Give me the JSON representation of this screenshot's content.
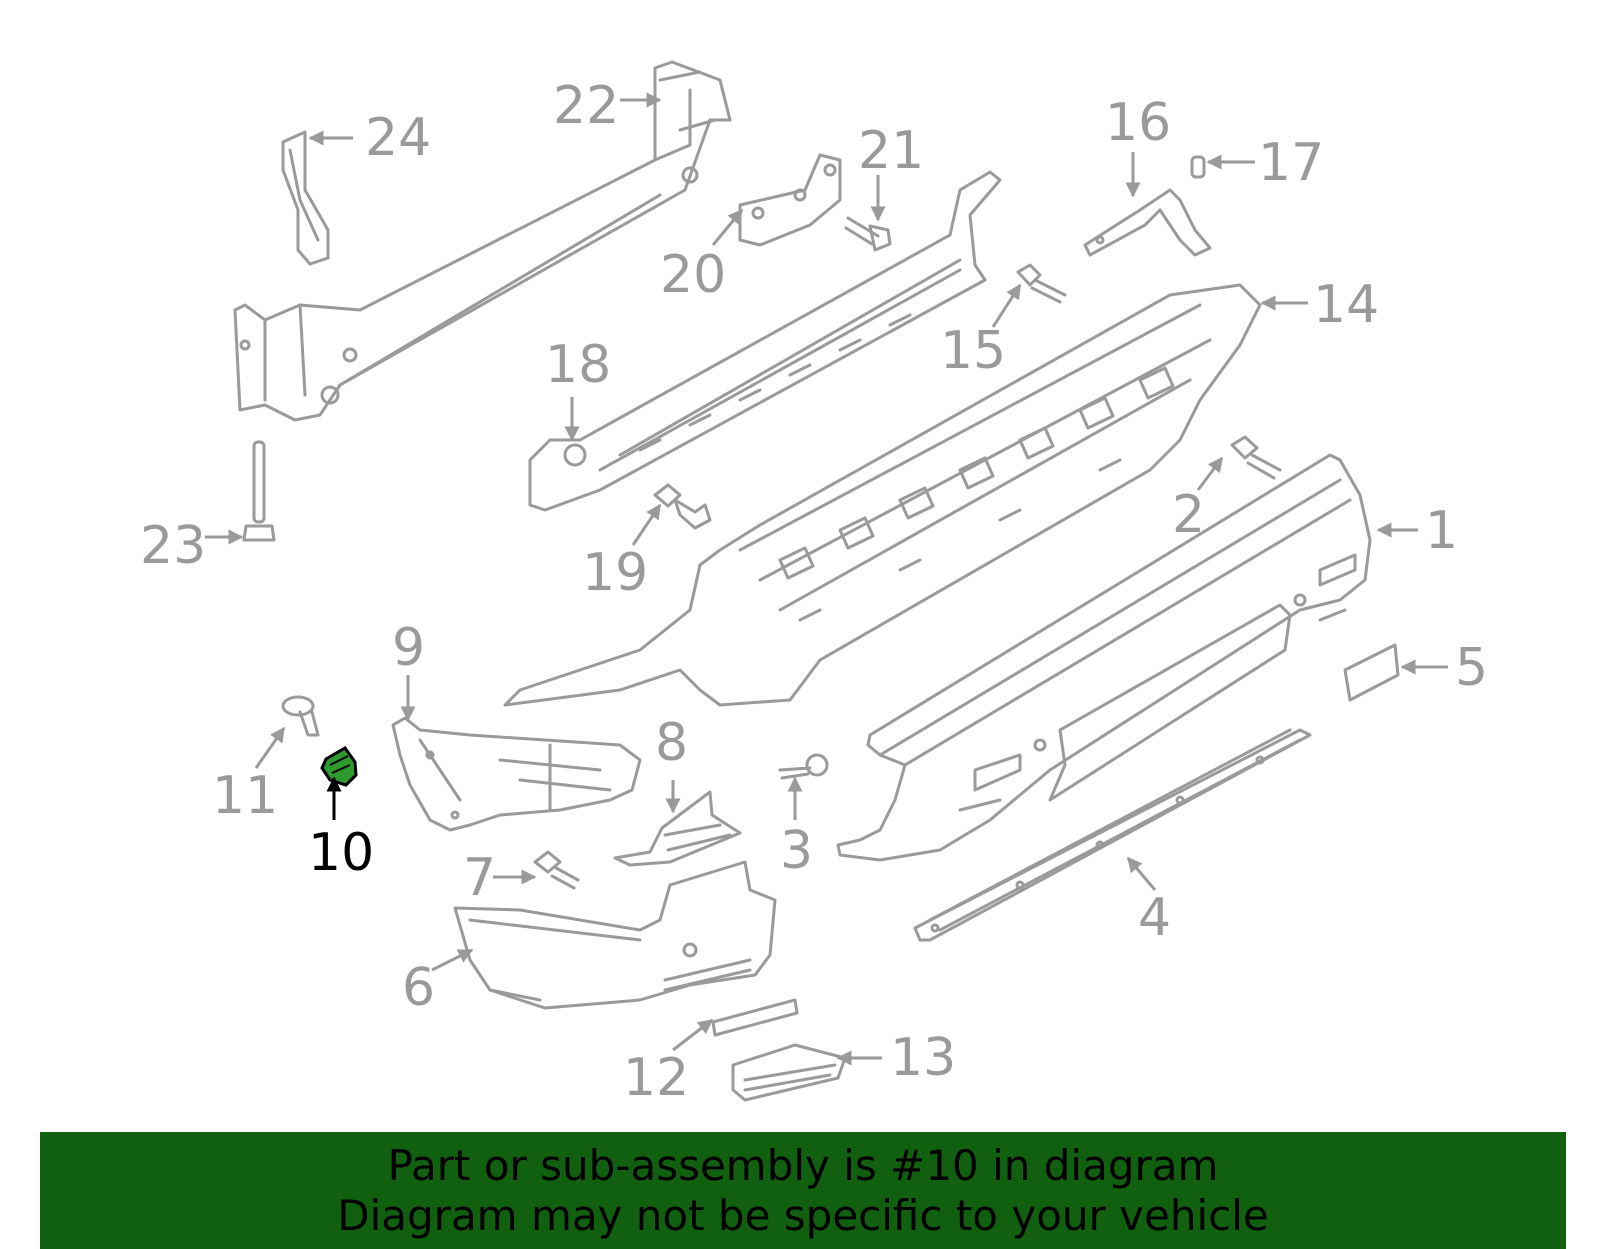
{
  "callouts": [
    "1",
    "2",
    "3",
    "4",
    "5",
    "6",
    "7",
    "8",
    "9",
    "10",
    "11",
    "12",
    "13",
    "14",
    "15",
    "16",
    "17",
    "18",
    "19",
    "20",
    "21",
    "22",
    "23",
    "24"
  ],
  "highlight_part": "10",
  "highlight_color": "#2e9a2e",
  "banner": {
    "line1": "Part or sub-assembly is #10 in diagram",
    "line2": "Diagram may not be specific to your vehicle",
    "background": "#106010"
  }
}
